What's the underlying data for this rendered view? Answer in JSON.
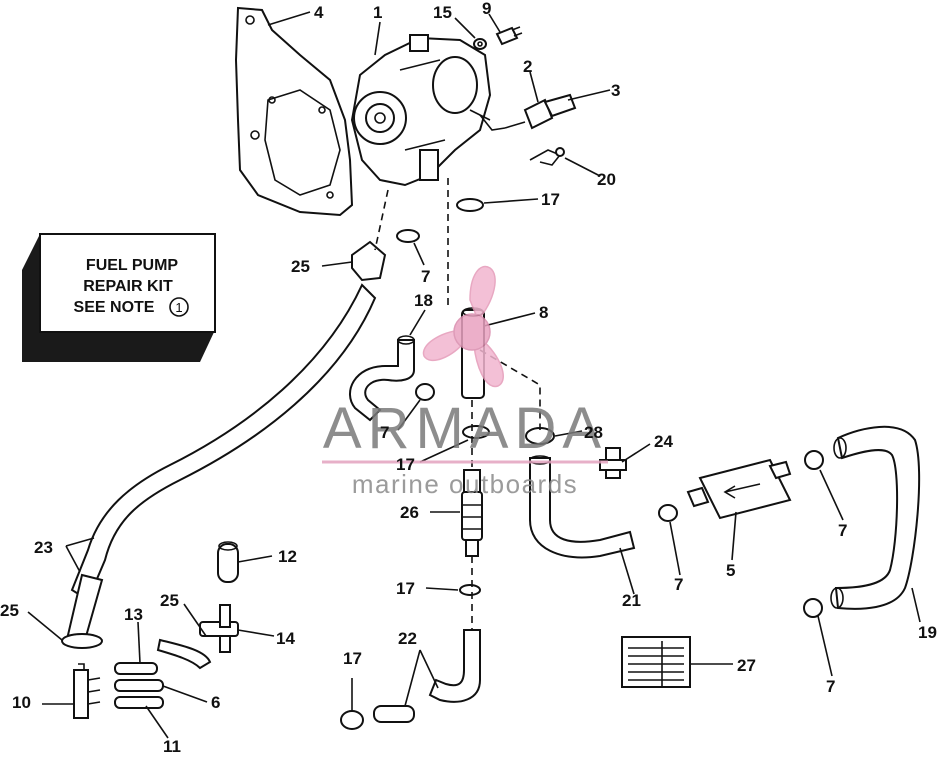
{
  "diagram": {
    "note_box": {
      "line1": "FUEL PUMP",
      "line2": "REPAIR KIT",
      "line3": "SEE NOTE",
      "note_number": "1"
    },
    "watermark": {
      "brand": "ARMADA",
      "tagline": "marine outboards"
    },
    "callouts": [
      {
        "id": "c1",
        "text": "1"
      },
      {
        "id": "c2",
        "text": "2"
      },
      {
        "id": "c3",
        "text": "3"
      },
      {
        "id": "c4",
        "text": "4"
      },
      {
        "id": "c5",
        "text": "5"
      },
      {
        "id": "c6",
        "text": "6"
      },
      {
        "id": "c7a",
        "text": "7"
      },
      {
        "id": "c7b",
        "text": "7"
      },
      {
        "id": "c7c",
        "text": "7"
      },
      {
        "id": "c7d",
        "text": "7"
      },
      {
        "id": "c7e",
        "text": "7"
      },
      {
        "id": "c8",
        "text": "8"
      },
      {
        "id": "c9",
        "text": "9"
      },
      {
        "id": "c10",
        "text": "10"
      },
      {
        "id": "c11",
        "text": "11"
      },
      {
        "id": "c12",
        "text": "12"
      },
      {
        "id": "c13",
        "text": "13"
      },
      {
        "id": "c14",
        "text": "14"
      },
      {
        "id": "c15",
        "text": "15"
      },
      {
        "id": "c17a",
        "text": "17"
      },
      {
        "id": "c17b",
        "text": "17"
      },
      {
        "id": "c17c",
        "text": "17"
      },
      {
        "id": "c17d",
        "text": "17"
      },
      {
        "id": "c18",
        "text": "18"
      },
      {
        "id": "c19",
        "text": "19"
      },
      {
        "id": "c20",
        "text": "20"
      },
      {
        "id": "c21",
        "text": "21"
      },
      {
        "id": "c22",
        "text": "22"
      },
      {
        "id": "c23",
        "text": "23"
      },
      {
        "id": "c24",
        "text": "24"
      },
      {
        "id": "c25a",
        "text": "25"
      },
      {
        "id": "c25b",
        "text": "25"
      },
      {
        "id": "c25c",
        "text": "25"
      },
      {
        "id": "c26",
        "text": "26"
      },
      {
        "id": "c27",
        "text": "27"
      },
      {
        "id": "c28",
        "text": "28"
      }
    ]
  }
}
